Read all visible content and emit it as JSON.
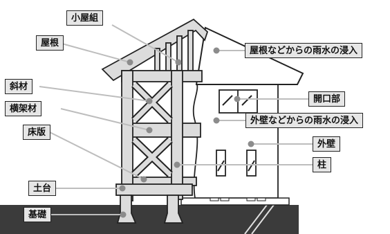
{
  "labels": {
    "koyagumi": "小屋組",
    "yane": "屋根",
    "shazai": "斜材",
    "oukazai": "横架材",
    "shoban": "床版",
    "dodai": "土台",
    "kiso": "基礎",
    "roof_leak": "屋根などからの雨水の浸入",
    "kaikoubu": "開口部",
    "wall_leak": "外壁などからの雨水の浸入",
    "gaiheki": "外壁",
    "hashira": "柱"
  },
  "colors": {
    "frame": "#dcdcdc",
    "outline": "#222222",
    "ground": "#3b3b3b",
    "label_fill": "#e6e6e6",
    "marker": "#8c8c8c"
  }
}
